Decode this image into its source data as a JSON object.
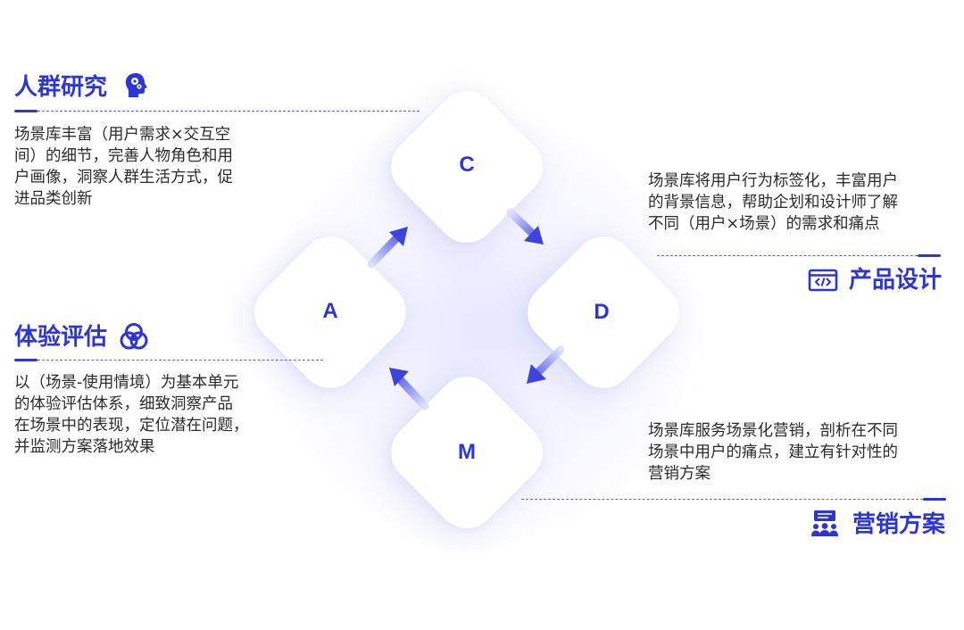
{
  "diagram": {
    "nodes": [
      {
        "id": "C",
        "label": "C"
      },
      {
        "id": "A",
        "label": "A"
      },
      {
        "id": "D",
        "label": "D"
      },
      {
        "id": "M",
        "label": "M"
      }
    ],
    "flow": [
      "A",
      "C",
      "D",
      "M",
      "A"
    ]
  },
  "sections": {
    "crowd": {
      "title": "人群研究",
      "icon": "head-gears-icon",
      "desc": "场景库丰富（用户需求×交互空\n间）的细节，完善人物角色和用\n户画像，洞察人群生活方式，促\n进品类创新"
    },
    "experience": {
      "title": "体验评估",
      "icon": "venn-circles-icon",
      "desc": "以（场景-使用情境）为基本单元\n的体验评估体系，细致洞察产品\n在场景中的表现，定位潜在问题，\n并监测方案落地效果"
    },
    "product": {
      "title": "产品设计",
      "icon": "code-window-icon",
      "desc": "场景库将用户行为标签化，丰富用户\n的背景信息，帮助企划和设计师了解\n不同（用户×场景）的需求和痛点"
    },
    "marketing": {
      "title": "营销方案",
      "icon": "audience-presentation-icon",
      "desc": "场景库服务场景化营销，剖析在不同\n场景中用户的痛点，建立有针对性的\n营销方案"
    }
  },
  "colors": {
    "accent": "#2c35d6",
    "arrow_start": "#d9dcfb",
    "arrow_end": "#3c44dc",
    "text": "#2b2b2b"
  }
}
